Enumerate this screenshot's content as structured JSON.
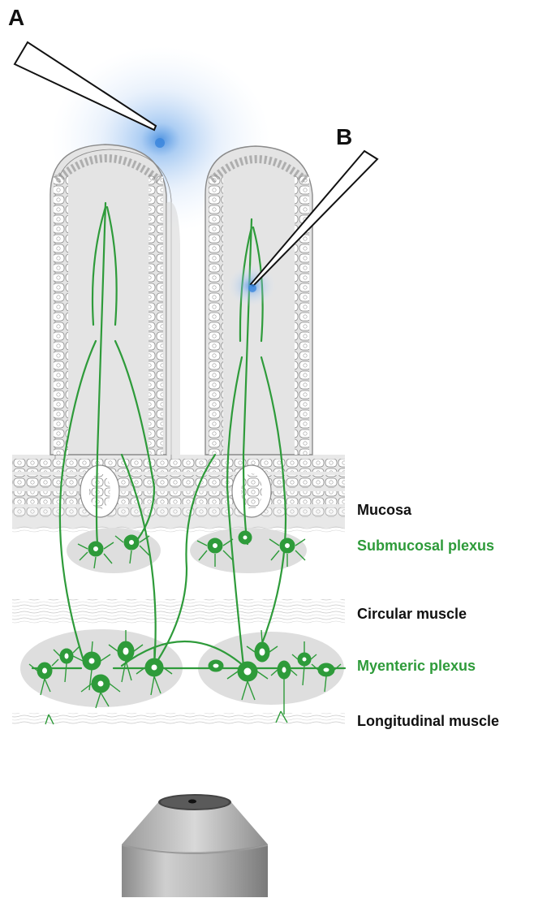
{
  "pipette_labels": {
    "a": "A",
    "b": "B"
  },
  "layers": {
    "mucosa": "Mucosa",
    "submucosal": "Submucosal plexus",
    "circular": "Circular muscle",
    "myenteric": "Myenteric plexus",
    "longitudinal": "Longitudinal muscle"
  },
  "colors": {
    "neuron_green": "#2e9b3a",
    "label_dark": "#111111",
    "tissue_fill": "#e4e4e4",
    "tissue_stroke": "#8a8a8a",
    "stimulation_glow": "#4a90e0",
    "objective_gray": "#a9a9a9"
  },
  "icons": {
    "pipette_a": "micropipette-icon",
    "pipette_b": "micropipette-icon",
    "objective": "microscope-objective-icon"
  }
}
